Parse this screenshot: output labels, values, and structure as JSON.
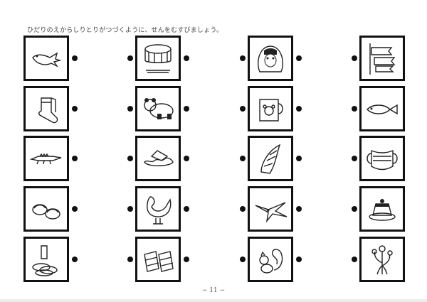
{
  "instruction": "ひだりのえからしりとりがつづくように、せんをむすびましょう。",
  "page_number": "− 11 −",
  "columns": [
    {
      "items": [
        "sea-otter",
        "sock",
        "crocodile",
        "slippers",
        "ring-toss"
      ]
    },
    {
      "items": [
        "drum",
        "panda",
        "dish",
        "rooster",
        "geta-sandals"
      ]
    },
    {
      "items": [
        "daruma",
        "mug",
        "bamboo-shoot",
        "swallow",
        "squirrel"
      ]
    },
    {
      "items": [
        "carp-streamer",
        "killifish",
        "face-mask",
        "pudding",
        "violet-flower"
      ]
    }
  ]
}
